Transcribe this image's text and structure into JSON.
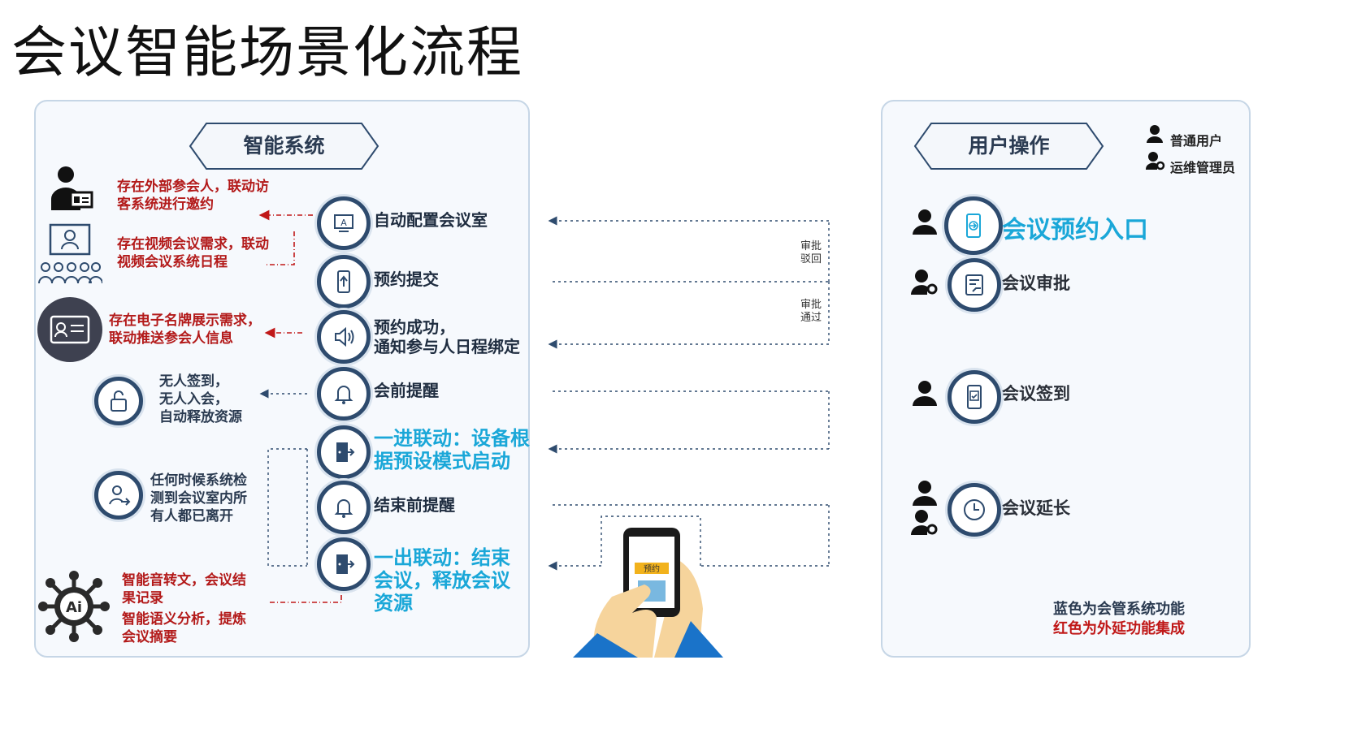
{
  "title": "会议智能场景化流程",
  "left_panel": {
    "header": "智能系统",
    "steps": [
      {
        "label": "自动配置会议室",
        "icon": "config-room-icon",
        "highlight": false
      },
      {
        "label": "预约提交",
        "icon": "phone-upload-icon",
        "highlight": false
      },
      {
        "label_line1": "预约成功，",
        "label_line2": "通知参与人日程绑定",
        "icon": "speaker-icon",
        "highlight": false
      },
      {
        "label": "会前提醒",
        "icon": "bell-icon",
        "highlight": false
      },
      {
        "label_line1": "一进联动：设备根",
        "label_line2": "据预设模式启动",
        "icon": "door-enter-icon",
        "highlight": true
      },
      {
        "label": "结束前提醒",
        "icon": "bell-icon",
        "highlight": false
      },
      {
        "label_line1": "一出联动：结束",
        "label_line2": "会议，释放会议",
        "label_line3": "资源",
        "icon": "door-exit-icon",
        "highlight": true
      }
    ],
    "notes": {
      "visitor_l1": "存在外部参会人，联动访",
      "visitor_l2": "客系统进行邀约",
      "video_l1": "存在视频会议需求，联动",
      "video_l2": "视频会议系统日程",
      "badge_l1": "存在电子名牌展示需求，",
      "badge_l2": "联动推送参会人信息",
      "unattended_l1": "无人签到，",
      "unattended_l2": "无人入会，",
      "unattended_l3": "自动释放资源",
      "detect_l1": "任何时候系统检",
      "detect_l2": "测到会议室内所",
      "detect_l3": "有人都已离开",
      "ai_l1": "智能音转文，会议结",
      "ai_l2": "果记录",
      "ai_l3": "智能语义分析，提炼",
      "ai_l4": "会议摘要"
    }
  },
  "middle": {
    "approve_reject_l1": "审批",
    "approve_reject_l2": "驳回",
    "approve_pass_l1": "审批",
    "approve_pass_l2": "通过",
    "phone_screen_text": "预约"
  },
  "right_panel": {
    "header": "用户操作",
    "legend": {
      "normal_user": "普通用户",
      "admin_user": "运维管理员"
    },
    "actions": [
      {
        "label": "会议预约入口",
        "role": "普通用户",
        "highlight": true
      },
      {
        "label": "会议审批",
        "role": "运维管理员",
        "highlight": false
      },
      {
        "label": "会议签到",
        "role": "普通用户",
        "highlight": false
      },
      {
        "label": "会议延长",
        "role": "普通用户+运维管理员",
        "highlight": false
      }
    ],
    "footnote_blue": "蓝色为会管系统功能",
    "footnote_red": "红色为外延功能集成"
  },
  "colors": {
    "navy": "#2e4b6e",
    "blue_highlight": "#1aa7d8",
    "red_note": "#b31a1a",
    "panel_border": "#c6d6e6"
  }
}
